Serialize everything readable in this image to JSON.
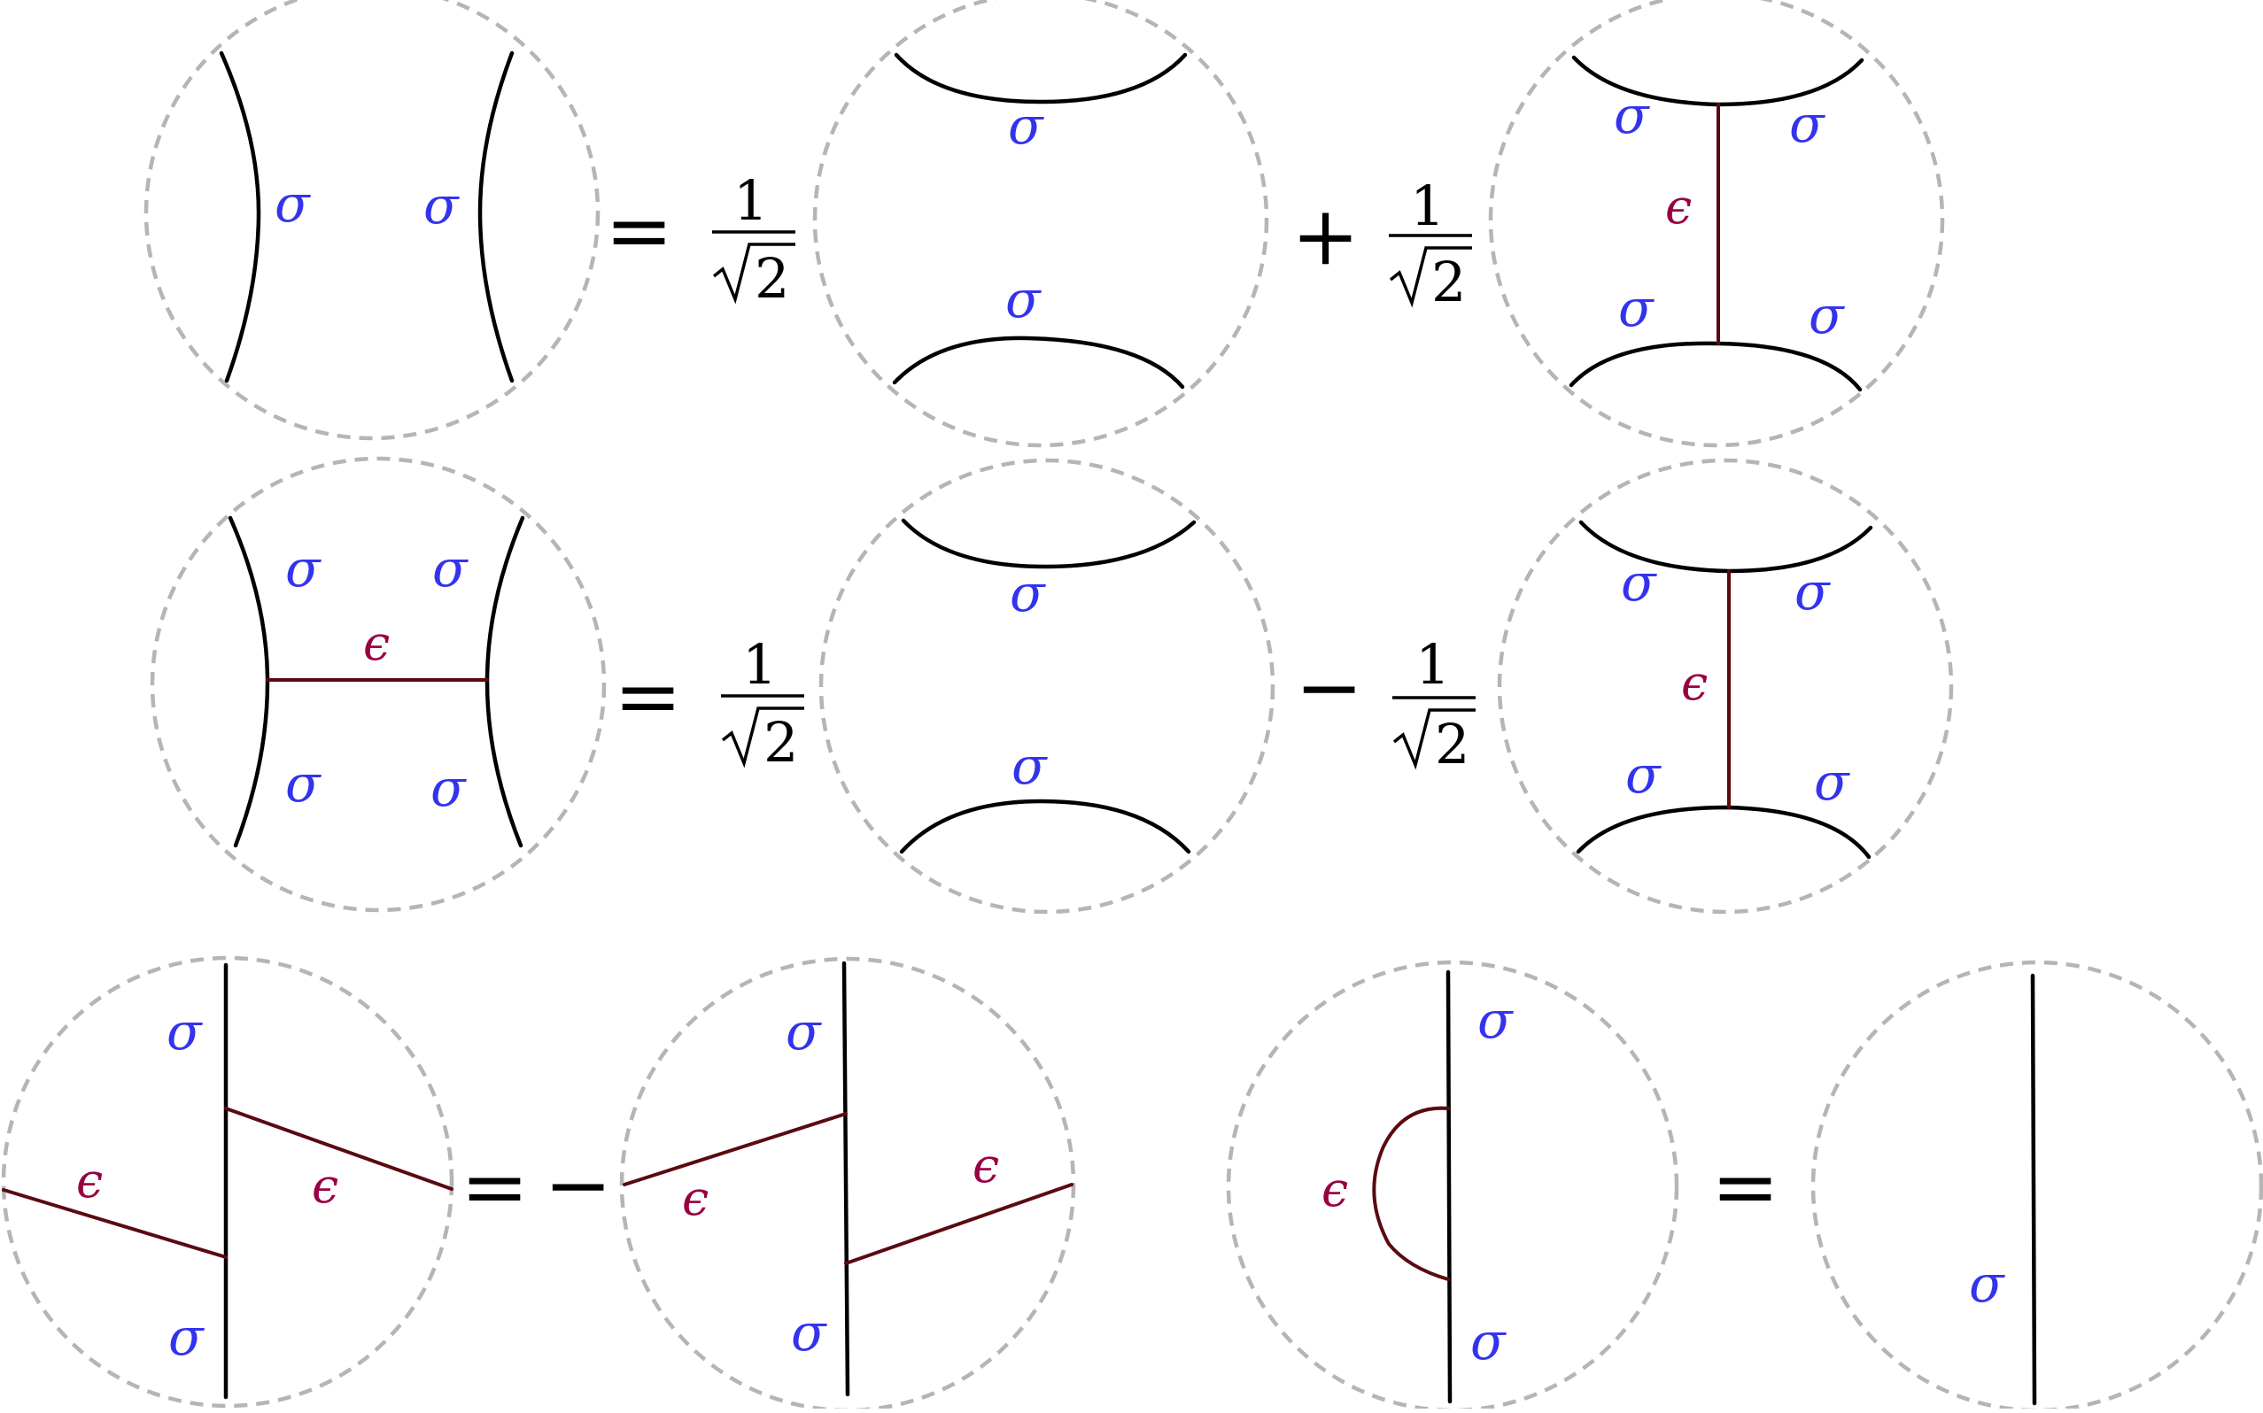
{
  "labels": {
    "sigma": "σ",
    "epsilon": "ϵ"
  },
  "operators": {
    "equals": "=",
    "plus": "+",
    "minus": "−",
    "one": "1",
    "two": "2"
  },
  "colors": {
    "sigma_label": "#3333ee",
    "epsilon_label": "#990044",
    "epsilon_line": "#5a0a10",
    "sigma_line": "#000000",
    "boundary": "#b5b5b5"
  }
}
